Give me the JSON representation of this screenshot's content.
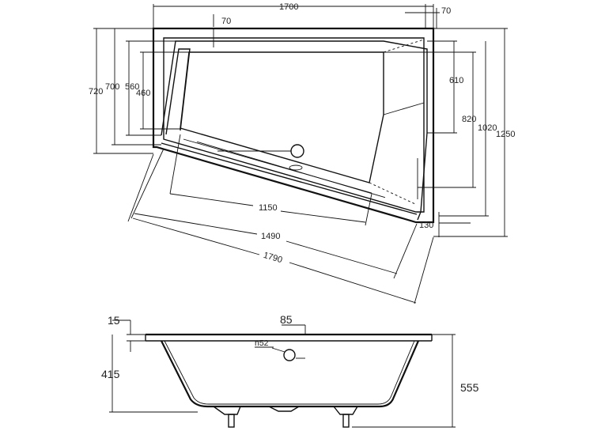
{
  "plan_view": {
    "top_width": "1700",
    "top_offset_left": "70",
    "top_offset_right": "70",
    "left_outer_height": "720",
    "left_mid_height": "700",
    "left_inner_height": "560",
    "left_basin_height": "460",
    "right_upper": "610",
    "right_mid": "820",
    "right_inner": "1020",
    "right_outer": "1250",
    "diag_inner": "1150",
    "diag_mid": "1490",
    "diag_outer": "1790",
    "corner_offset": "130"
  },
  "section_view": {
    "rim_thickness": "15",
    "center_offset": "85",
    "drain_label": "n52",
    "depth_inner": "415",
    "depth_total": "555"
  }
}
